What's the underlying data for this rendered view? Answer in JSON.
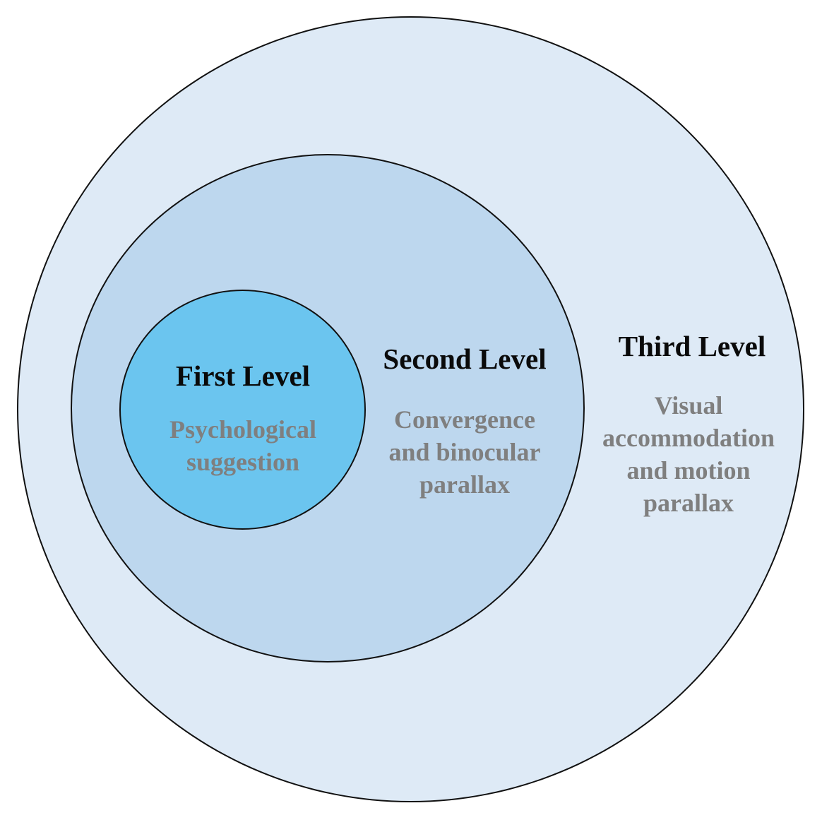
{
  "colors": {
    "outer_fill": "#deeaf6",
    "middle_fill": "#bdd7ee",
    "inner_fill": "#6bc5ef",
    "outline": "#111111",
    "title_text": "#0a0a0a",
    "desc_text": "#7f7f7f"
  },
  "levels": [
    {
      "title": "First Level",
      "description": "Psychological\nsuggestion"
    },
    {
      "title": "Second Level",
      "description": "Convergence\nand binocular\nparallax"
    },
    {
      "title": "Third Level",
      "description": "Visual\naccommodation\nand motion\nparallax"
    }
  ]
}
